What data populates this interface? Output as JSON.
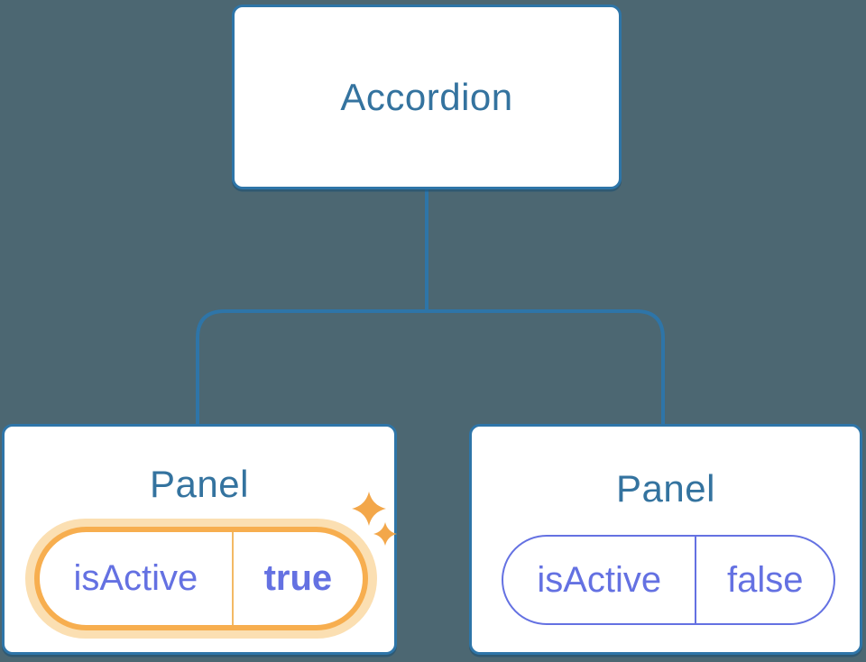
{
  "tree": {
    "root": {
      "label": "Accordion"
    },
    "children": [
      {
        "label": "Panel",
        "prop": {
          "name": "isActive",
          "value": "true"
        },
        "highlighted": true,
        "icon": "sparkles-icon"
      },
      {
        "label": "Panel",
        "prop": {
          "name": "isActive",
          "value": "false"
        },
        "highlighted": false
      }
    ]
  },
  "colors": {
    "background": "#4c6772",
    "node_fill": "#ffffff",
    "node_border": "#2e75a8",
    "node_text": "#34739f",
    "connector": "#2e75a8",
    "prop_text": "#6471e2",
    "prop_border_inactive": "#6471e2",
    "highlight_border": "#f7ae4f",
    "highlight_glow": "#fbdfb2",
    "highlight_divider": "#f3b964",
    "sparkle": "#f3a74a"
  }
}
